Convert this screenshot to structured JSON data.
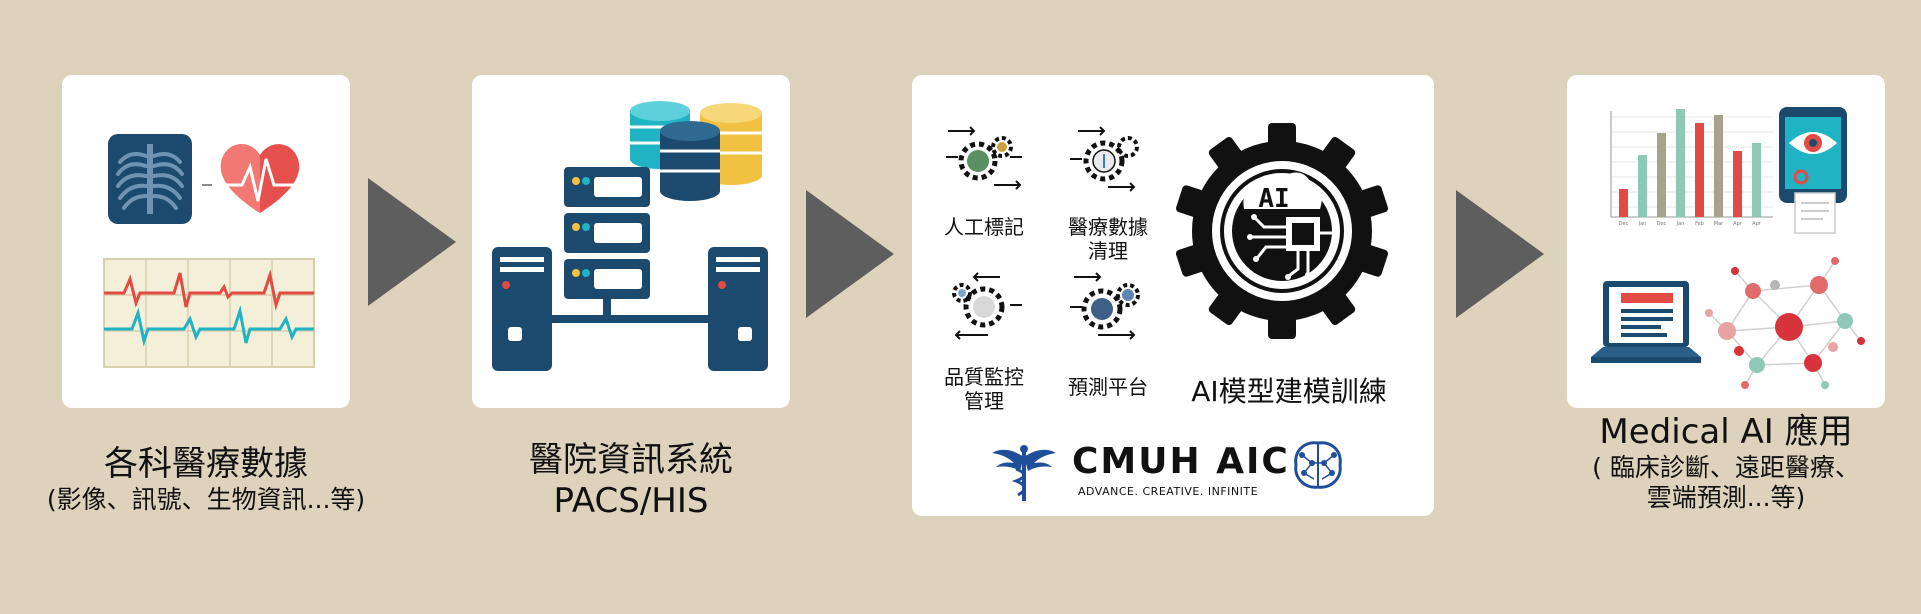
{
  "stages": [
    {
      "title": "各科醫療數據",
      "subtitle": "(影像、訊號、生物資訊...等)"
    },
    {
      "title_line1": "醫院資訊系統",
      "title_line2": "PACS/HIS"
    },
    {
      "tasks": [
        {
          "line1": "人工標記",
          "line2": ""
        },
        {
          "line1": "醫療數據",
          "line2": "清理"
        },
        {
          "line1": "品質監控",
          "line2": "管理"
        },
        {
          "line1": "預測平台",
          "line2": ""
        }
      ],
      "gear_label": "AI",
      "main_label": "AI模型建模訓練",
      "logo_text": "CMUH AIC",
      "logo_tagline": "ADVANCE. CREATIVE. INFINITE"
    },
    {
      "title": "Medical AI 應用",
      "subtitle_line1": "( 臨床診斷、遠距醫療、",
      "subtitle_line2": "雲端預測...等)"
    }
  ],
  "chart_axis": [
    "Dec",
    "Jan",
    "Dec",
    "Jan",
    "Feb",
    "Mar",
    "Apr",
    "Apr"
  ],
  "colors": {
    "background": "#ddd3bc",
    "arrow": "#5e5e5e",
    "navy": "#1c4a6e",
    "teal": "#1fb3c4",
    "gold": "#f1c141",
    "red": "#e14b43"
  }
}
